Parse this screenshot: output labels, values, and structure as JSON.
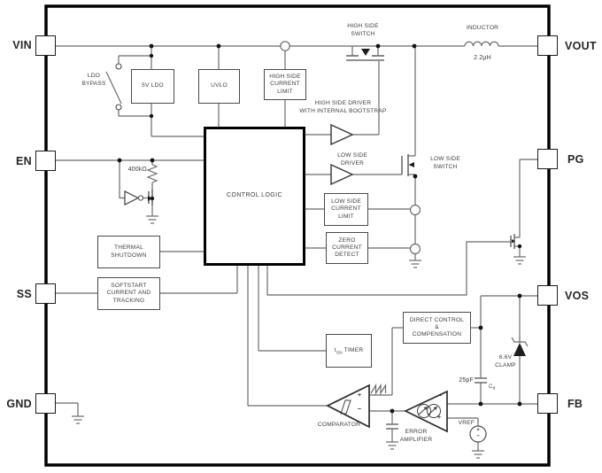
{
  "pins": {
    "vin": "VIN",
    "en": "EN",
    "ss": "SS",
    "gnd": "GND",
    "vout": "VOUT",
    "pg": "PG",
    "vos": "VOS",
    "fb": "FB"
  },
  "blocks": {
    "ldo5v": "5V LDO",
    "uvlo": "UVLO",
    "hs_current_limit": "HIGH SIDE\nCURRENT\nLIMIT",
    "control_logic": "CONTROL LOGIC",
    "thermal_shutdown": "THERMAL\nSHUTDOWN",
    "softstart": "SOFTSTART\nCURRENT AND\nTRACKING",
    "ls_current_limit": "LOW SIDE\nCURRENT\nLIMIT",
    "zero_current": "ZERO\nCURRENT\nDETECT",
    "ton_timer": {
      "base": "t",
      "sub": "ON",
      "rest": " TIMER"
    },
    "direct_control": "DIRECT CONTROL\n&\nCOMPENSATION"
  },
  "labels": {
    "high_side_switch": "HIGH SIDE\nSWITCH",
    "inductor": "INDUCTOR",
    "inductor_value": "2.2μH",
    "hs_driver": "HIGH SIDE DRIVER\nWITH INTERNAL BOOTSTRAP",
    "ls_driver": "LOW SIDE\nDRIVER",
    "ls_switch": "LOW SIDE\nSWITCH",
    "ldo_bypass": "LDO\nBYPASS",
    "en_resistor": "400kΩ",
    "comparator": "COMPARATOR",
    "error_amplifier": "ERROR\nAMPLIFIER",
    "vref": "VREF",
    "cap_value": "25pF",
    "cap_name": {
      "base": "C",
      "sub": "ff"
    },
    "clamp": "6.6V\nCLAMP",
    "plus": "+",
    "minus": "−"
  },
  "colors": {
    "wire": "#6b6b6b",
    "outline": "#000000",
    "text": "#3d3d3d",
    "background": "#ffffff"
  }
}
